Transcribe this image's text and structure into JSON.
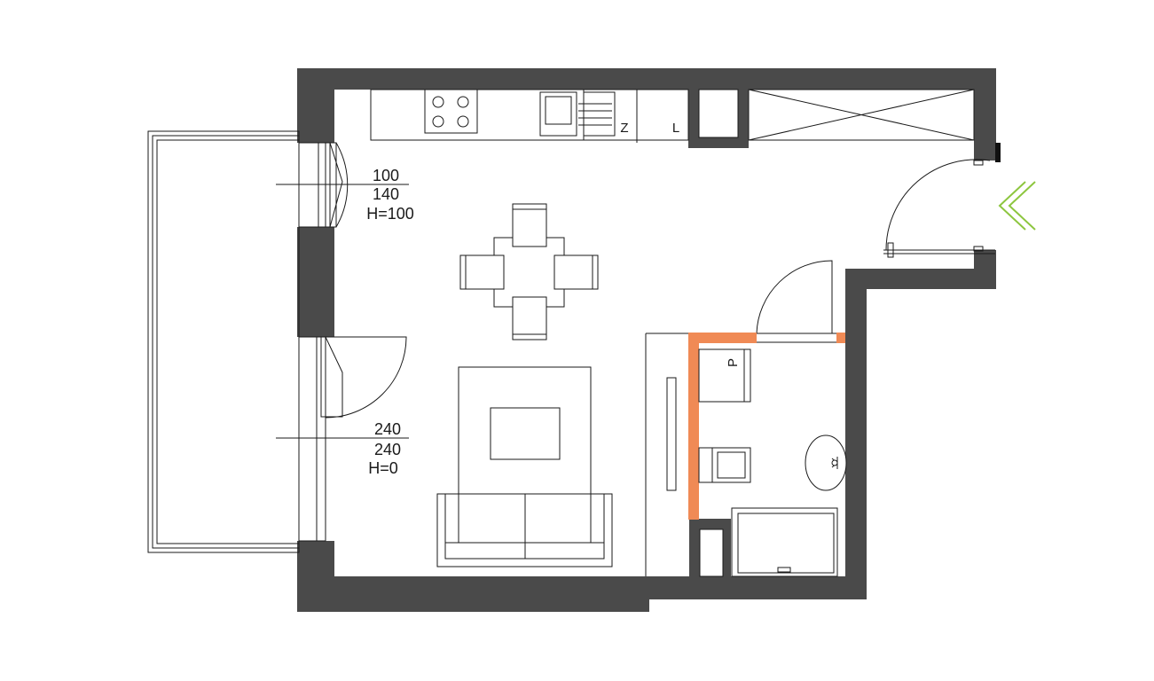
{
  "colors": {
    "wall": "#4a4a4a",
    "line": "#1a1a1a",
    "accent_wall": "#f08a55",
    "entrance_arrow": "#8dc63f",
    "background": "#ffffff"
  },
  "window_upper": {
    "line1": "100",
    "line2": "140",
    "line3": "H=100"
  },
  "window_lower": {
    "line1": "240",
    "line2": "240",
    "line3": "H=0"
  },
  "kitchen": {
    "fridge_label": "Z",
    "dishwasher_label": "L"
  },
  "bathroom": {
    "washer_label": "P"
  },
  "icons": {
    "entrance": "double-chevron-left-icon"
  }
}
